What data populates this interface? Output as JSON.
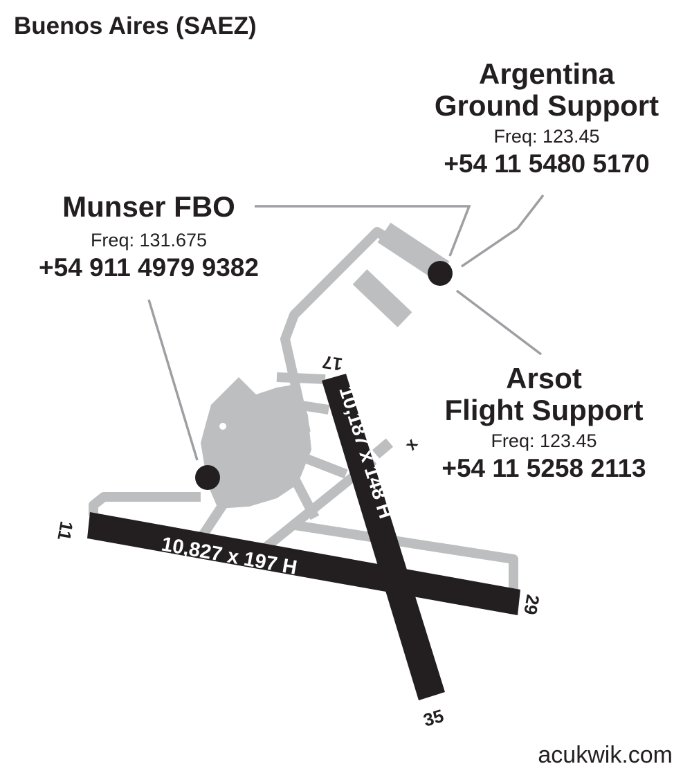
{
  "title": "Buenos Aires (SAEZ)",
  "fbos": [
    {
      "name_lines": [
        "Argentina",
        "Ground Support"
      ],
      "freq": "Freq: 123.45",
      "phone": "+54 11 5480 5170"
    },
    {
      "name_lines": [
        "Munser FBO"
      ],
      "freq": "Freq: 131.675",
      "phone": "+54 911 4979 9382"
    },
    {
      "name_lines": [
        "Arsot",
        "Flight Support"
      ],
      "freq": "Freq: 123.45",
      "phone": "+54 11 5258 2113"
    }
  ],
  "runways": [
    {
      "ends": [
        "11",
        "29"
      ],
      "dimensions": "10,827 x 197 H"
    },
    {
      "ends": [
        "17",
        "35"
      ],
      "dimensions": "10,187 x 148 H"
    }
  ],
  "closed_marker": "x",
  "footer": "acukwik.com",
  "colors": {
    "runway": "#231f20",
    "taxiway": "#bcbec0",
    "leader": "#9d9fa2"
  }
}
